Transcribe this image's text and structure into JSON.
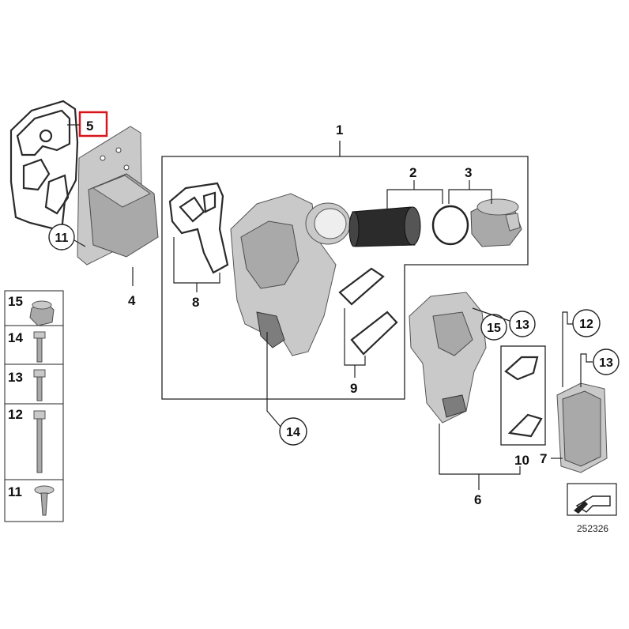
{
  "labels": {
    "part_1": "1",
    "part_2": "2",
    "part_3": "3",
    "part_4": "4",
    "part_5": "5",
    "part_6": "6",
    "part_7": "7",
    "part_8": "8",
    "part_9": "9",
    "part_10": "10",
    "part_11_top": "11",
    "part_12": "12",
    "part_13_a": "13",
    "part_13_b": "13",
    "part_14": "14",
    "part_15": "15",
    "side_15": "15",
    "side_14": "14",
    "side_13": "13",
    "side_12": "12",
    "side_11": "11"
  },
  "diagram_number": "252326",
  "colors": {
    "highlight_box": "#d9141b",
    "line": "#222222",
    "part_fill": "#c9c9c9"
  },
  "icons": {
    "scope_icon": "arrow-sheet-icon"
  }
}
